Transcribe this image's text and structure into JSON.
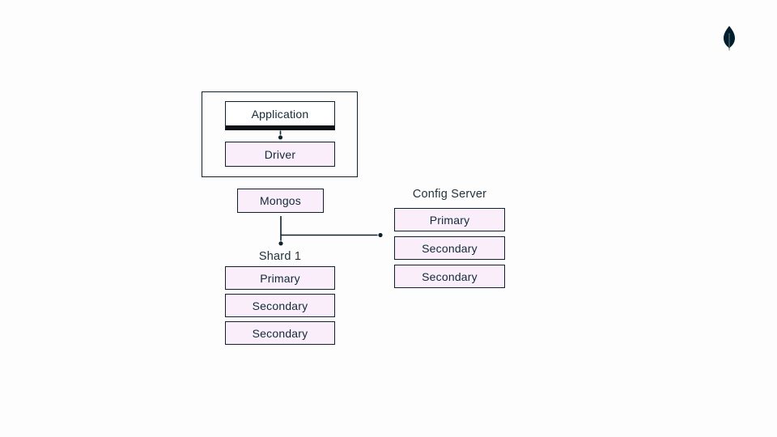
{
  "canvas": {
    "background": "#fdfdfd"
  },
  "colors": {
    "node_border": "#10212e",
    "node_fill": "#faeefa",
    "white_fill": "#ffffff",
    "text": "#112a38",
    "connector": "#10212e",
    "application_underline": "#0e1217",
    "logo": "#001e2b"
  },
  "logo": {
    "name": "mongodb-leaf"
  },
  "diagram": {
    "application": {
      "label": "Application"
    },
    "driver": {
      "label": "Driver"
    },
    "mongos": {
      "label": "Mongos"
    },
    "shard1": {
      "title": "Shard 1",
      "nodes": [
        "Primary",
        "Secondary",
        "Secondary"
      ]
    },
    "config_server": {
      "title": "Config Server",
      "nodes": [
        "Primary",
        "Secondary",
        "Secondary"
      ]
    }
  }
}
